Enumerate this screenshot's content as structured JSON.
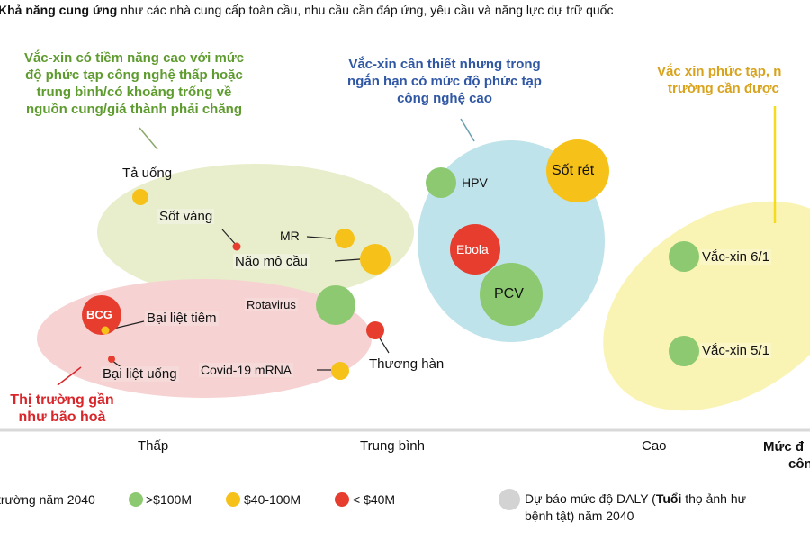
{
  "top_note": {
    "bold": "Khả năng cung ứng",
    "rest": " như các nhà cung cấp toàn cầu, nhu cầu cần đáp ứng, yêu cầu và năng lực dự trữ quốc"
  },
  "categories": {
    "green": [
      "Vắc-xin có tiềm năng cao với mức",
      "độ phức tạp công nghệ thấp hoặc",
      "trung bình/có khoảng trống về",
      "nguồn cung/giá thành phải chăng"
    ],
    "blue": [
      "Vắc-xin cần thiết nhưng trong",
      "ngắn hạn có mức độ phức tạp",
      "công nghệ cao"
    ],
    "yellow": [
      "Vắc xin phức tạp, n",
      "trường cần được"
    ],
    "red": [
      "Thị trường gần",
      "như bão hoà"
    ]
  },
  "colors": {
    "green_zone": "#e8eecb",
    "blue_zone": "#bfe3ea",
    "yellow_zone": "#faf4b4",
    "red_zone": "#f6d2d2",
    "bubble_green": "#8cc970",
    "bubble_yellow": "#f6c21a",
    "bubble_red": "#e63d2f",
    "bubble_gray": "#d3d3d3",
    "title_green": "#5e9b2e",
    "title_blue": "#2f57a4",
    "title_yellow": "#d8a21b",
    "title_red": "#d8262a"
  },
  "vaccines": {
    "ta_uong": "Tả uống",
    "sot_vang": "Sốt vàng",
    "mr": "MR",
    "nao_mo_cau": "Não mô cầu",
    "rotavirus": "Rotavirus",
    "bcg": "BCG",
    "dai_liet_tiem": "Bại liệt tiêm",
    "dai_liet_uong": "Bại liệt uống",
    "covid": "Covid-19 mRNA",
    "thuong_han": "Thương hàn",
    "hpv": "HPV",
    "sot_ret": "Sốt rét",
    "ebola": "Ebola",
    "pcv": "PCV",
    "vx61": "Vắc-xin 6/1",
    "vx51": "Vắc-xin 5/1"
  },
  "axis": {
    "low": "Thấp",
    "mid": "Trung bình",
    "high": "Cao",
    "title_line1": "Mức đ",
    "title_line2": "côn"
  },
  "legend": {
    "prefix": "trường năm 2040",
    "green": ">$100M",
    "yellow": "$40-100M",
    "red": "< $40M",
    "gray_line1": "Dự báo mức độ DALY (",
    "gray_bold": "Tuổi",
    "gray_line1_end": " thọ ảnh hư",
    "gray_line2": "bệnh tật) năm 2040"
  }
}
